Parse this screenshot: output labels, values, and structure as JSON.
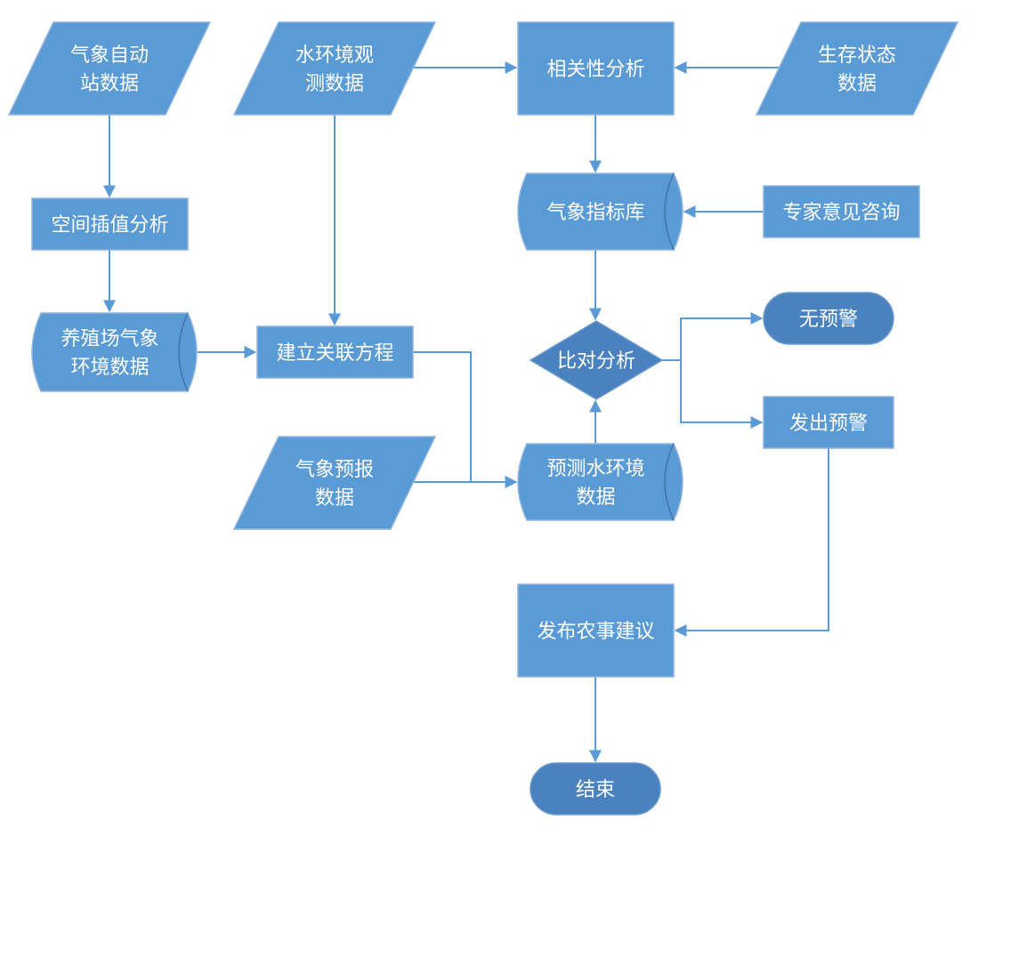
{
  "nodes": {
    "weather_station_data": {
      "lines": [
        "气象自动",
        "站数据"
      ]
    },
    "water_env_obs_data": {
      "lines": [
        "水环境观",
        "测数据"
      ]
    },
    "correlation_analysis": {
      "lines": [
        "相关性分析"
      ]
    },
    "survival_state_data": {
      "lines": [
        "生存状态",
        "数据"
      ]
    },
    "spatial_interpolation": {
      "lines": [
        "空间插值分析"
      ]
    },
    "weather_index_db": {
      "lines": [
        "气象指标库"
      ]
    },
    "expert_consultation": {
      "lines": [
        "专家意见咨询"
      ]
    },
    "farm_env_data": {
      "lines": [
        "养殖场气象",
        "环境数据"
      ]
    },
    "build_equation": {
      "lines": [
        "建立关联方程"
      ]
    },
    "compare_analysis": {
      "lines": [
        "比对分析"
      ]
    },
    "no_warning": {
      "lines": [
        "无预警"
      ]
    },
    "issue_warning": {
      "lines": [
        "发出预警"
      ]
    },
    "forecast_data": {
      "lines": [
        "气象预报",
        "数据"
      ]
    },
    "predict_water_env": {
      "lines": [
        "预测水环境",
        "数据"
      ]
    },
    "publish_advice": {
      "lines": [
        "发布农事建议"
      ]
    },
    "end": {
      "lines": [
        "结束"
      ]
    }
  },
  "edges": [
    [
      "weather_station_data",
      "spatial_interpolation"
    ],
    [
      "spatial_interpolation",
      "farm_env_data"
    ],
    [
      "farm_env_data",
      "build_equation"
    ],
    [
      "water_env_obs_data",
      "build_equation"
    ],
    [
      "water_env_obs_data",
      "correlation_analysis"
    ],
    [
      "survival_state_data",
      "correlation_analysis"
    ],
    [
      "correlation_analysis",
      "weather_index_db"
    ],
    [
      "expert_consultation",
      "weather_index_db"
    ],
    [
      "weather_index_db",
      "compare_analysis"
    ],
    [
      "build_equation",
      "predict_water_env"
    ],
    [
      "forecast_data",
      "predict_water_env"
    ],
    [
      "predict_water_env",
      "compare_analysis"
    ],
    [
      "compare_analysis",
      "no_warning"
    ],
    [
      "compare_analysis",
      "issue_warning"
    ],
    [
      "issue_warning",
      "publish_advice"
    ],
    [
      "publish_advice",
      "end"
    ]
  ],
  "colors": {
    "node": "#5b9bd5",
    "terminal": "#4a82bf",
    "connector": "#5b9bd5",
    "text": "#ffffff"
  }
}
